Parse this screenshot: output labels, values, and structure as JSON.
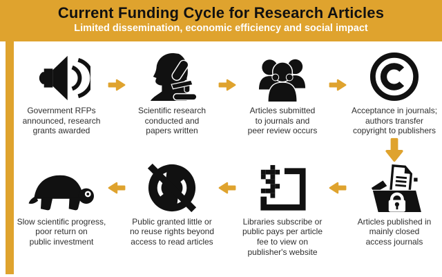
{
  "header": {
    "title": "Current Funding Cycle for Research Articles",
    "subtitle": "Limited dissemination, economic efficiency and social impact"
  },
  "colors": {
    "gold": "#DFA32E",
    "ink": "#111111",
    "caption": "#2e2e2e"
  },
  "steps": [
    {
      "icon": "megaphone-speaker-icon",
      "caption": "Government RFPs\nannounced, research\ngrants awarded"
    },
    {
      "icon": "researcher-microscope-icon",
      "caption": "Scientific research\nconducted and\npapers written"
    },
    {
      "icon": "peer-review-group-icon",
      "caption": "Articles submitted\nto journals and\npeer review occurs"
    },
    {
      "icon": "copyright-icon",
      "caption": "Acceptance in journals;\nauthors transfer\ncopyright to publishers"
    },
    {
      "icon": "locked-folder-icon",
      "caption": "Articles published in\nmainly closed\naccess journals"
    },
    {
      "icon": "pay-per-article-icon",
      "caption": "Libraries subscribe or\npublic pays per article\nfee to view on\npublisher's website"
    },
    {
      "icon": "no-reuse-icon",
      "caption": "Public granted little or\nno reuse rights beyond\naccess to read articles"
    },
    {
      "icon": "turtle-icon",
      "caption": "Slow scientific progress,\npoor return on\npublic investment"
    }
  ]
}
